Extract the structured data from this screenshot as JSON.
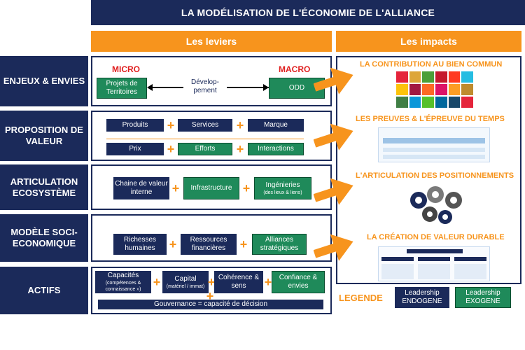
{
  "title": "LA MODÉLISATION DE L'ÉCONOMIE DE L'ALLIANCE",
  "headers": {
    "levers": "Les leviers",
    "impacts": "Les impacts"
  },
  "rows": {
    "enjeux": {
      "label": "ENJEUX & ENVIES",
      "micro": "MICRO",
      "macro": "MACRO",
      "projets": "Projets de Territoires",
      "developpement": "Dévelop-pement",
      "odd": "ODD"
    },
    "proposition": {
      "label": "PROPOSITION DE VALEUR",
      "produits": "Produits",
      "services": "Services",
      "marque": "Marque",
      "prix": "Prix",
      "efforts": "Efforts",
      "interactions": "Interactions"
    },
    "articulation": {
      "label": "ARTICULATION ECOSYSTÈME",
      "chaine": "Chaine de valeur interne",
      "infrastructure": "Infrastructure",
      "ingenieries": "Ingénieries",
      "ingenieries_sub": "(des lieux & liens)"
    },
    "modele": {
      "label": "MODÈLE SOCI-ECONOMIQUE",
      "richesses": "Richesses humaines",
      "ressources": "Ressources financières",
      "alliances": "Alliances stratégiques"
    },
    "actifs": {
      "label": "ACTIFS",
      "capacites": "Capacités",
      "capacites_sub": "(compétences & connaissance »)",
      "capital": "Capital",
      "capital_sub": "(matériel / immat)",
      "coherence": "Cohérence & sens",
      "confiance": "Confiance & envies",
      "gouvernance": "Gouvernance = capacité de décision"
    }
  },
  "impacts": {
    "bien_commun": "LA CONTRIBUTION AU BIEN COMMUN",
    "preuves": "LES PREUVES & L'ÉPREUVE DU TEMPS",
    "positionnements": "L'ARTICULATION DES POSITIONNEMENTS",
    "valeur_durable": "LA CRÉATION DE VALEUR DURABLE"
  },
  "legend": {
    "label": "LEGENDE",
    "endogene": "Leadership ENDOGENE",
    "exogene": "Leadership EXOGENE"
  },
  "colors": {
    "navy": "#1b2a5a",
    "green": "#1f8a5a",
    "orange": "#f7941d",
    "sdg": [
      "#e5243b",
      "#dda63a",
      "#4c9f38",
      "#c5192d",
      "#ff3a21",
      "#26bde2",
      "#fcc30b",
      "#a21942",
      "#fd6925",
      "#dd1367",
      "#fd9d24",
      "#bf8b2e",
      "#3f7e44",
      "#0a97d9",
      "#56c02b",
      "#00689d",
      "#19486a",
      "#e5243b"
    ]
  }
}
